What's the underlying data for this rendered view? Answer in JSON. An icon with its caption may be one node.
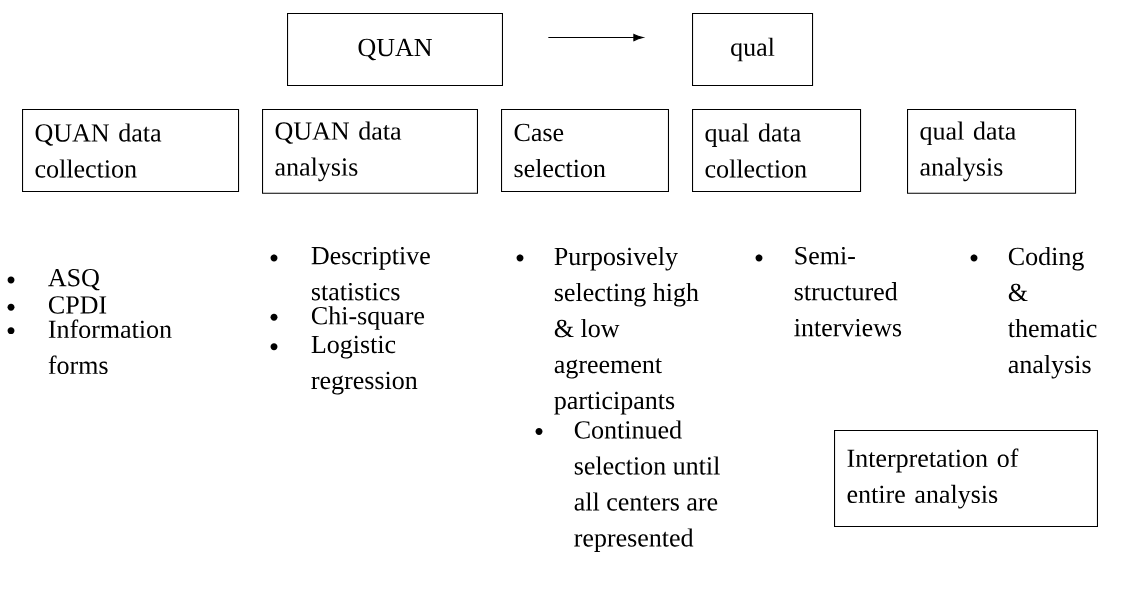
{
  "diagram": {
    "nodes": [
      {
        "text": [
          "QUAN"
        ]
      },
      {
        "text": [
          "qual"
        ]
      },
      {
        "text": [
          "QUAN data collection"
        ]
      },
      {
        "text": [
          "QUAN data analysis"
        ]
      },
      {
        "text": [
          "Case selection"
        ]
      },
      {
        "text": [
          "qual data collection"
        ]
      },
      {
        "text": [
          "qual data analysis"
        ]
      },
      {
        "text": [
          "Interpretation of entire analysis"
        ]
      }
    ],
    "edges": [
      {
        "from": 0,
        "to": 1,
        "arrow": "to"
      }
    ],
    "labels": [
      "ASQ",
      "CPDI",
      "Information forms",
      "Descriptive statistics",
      "Chi-square",
      "Logistic regression",
      "Purposively selecting high & low agreement participants",
      "Continued selection until all centers are represented",
      "Semi-structured interviews",
      "Coding & thematic analysis"
    ]
  }
}
